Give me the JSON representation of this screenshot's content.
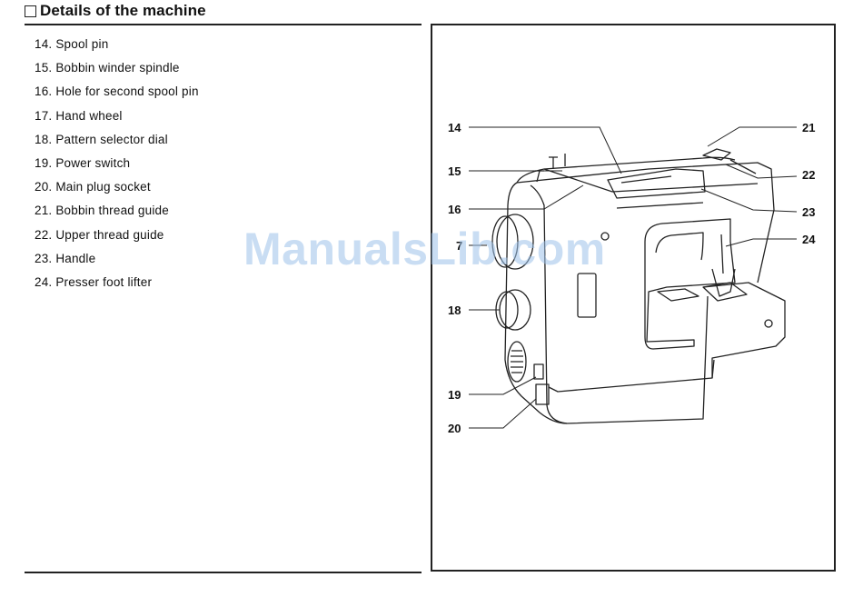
{
  "header": {
    "title": "Details of the machine"
  },
  "parts": [
    "14. Spool pin",
    "15. Bobbin winder spindle",
    "16. Hole for second spool pin",
    "17. Hand wheel",
    "18. Pattern selector dial",
    "19. Power switch",
    "20. Main plug socket",
    "21. Bobbin thread guide",
    "22. Upper thread guide",
    "23. Handle",
    "24. Presser foot lifter"
  ],
  "callouts": {
    "c14": "14",
    "c15": "15",
    "c16": "16",
    "c17": "7",
    "c18": "18",
    "c19": "19",
    "c20": "20",
    "c21": "21",
    "c22": "22",
    "c23": "23",
    "c24": "24"
  },
  "watermark": "ManualsLib.com"
}
